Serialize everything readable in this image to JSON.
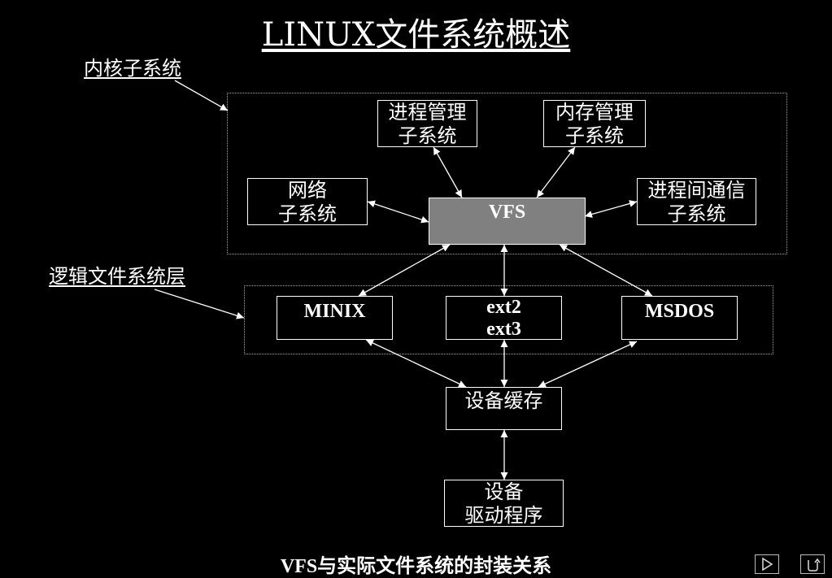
{
  "title": "LINUX文件系统概述",
  "labels": {
    "kernel_subsystem": "内核子系统",
    "logical_fs_layer": "逻辑文件系统层"
  },
  "nodes": {
    "process_mgmt": [
      "进程管理",
      "子系统"
    ],
    "memory_mgmt": [
      "内存管理",
      "子系统"
    ],
    "network": [
      "网络",
      "子系统"
    ],
    "vfs": "VFS",
    "ipc": [
      "进程间通信",
      "子系统"
    ],
    "minix": "MINIX",
    "ext": [
      "ext2",
      "ext3"
    ],
    "msdos": "MSDOS",
    "device_cache": "设备缓存",
    "device_driver": [
      "设备",
      "驱动程序"
    ]
  },
  "caption": "VFS与实际文件系统的封装关系",
  "nav": {
    "next_icon": "play-icon",
    "return_icon": "return-icon"
  },
  "colors": {
    "background": "#000000",
    "vfs_fill": "#808080",
    "stroke": "#ffffff"
  }
}
